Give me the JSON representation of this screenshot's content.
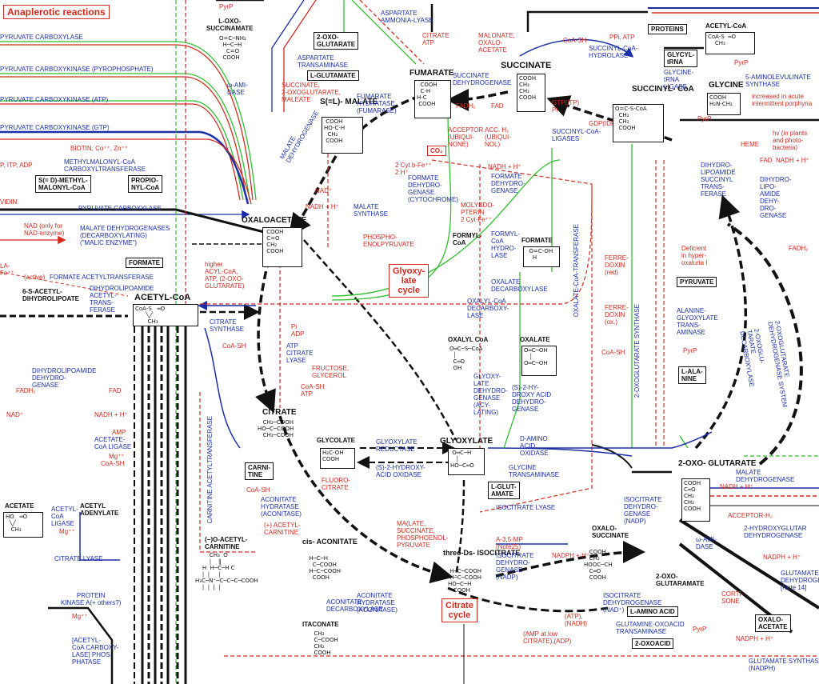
{
  "colors": {
    "black": "#111111",
    "blue": "#1a2fa8",
    "red": "#d42a1e",
    "green": "#2fbf2f"
  },
  "headers": {
    "anaplerotic": "Anaplerotic reactions",
    "glyoxylate": "Glyoxy-\nlate\ncycle",
    "citrate": "Citrate\ncycle"
  },
  "compounds": {
    "acetyl_coa": "ACETYL-CoA",
    "citrate": "CITRATE",
    "oxaloacetate": "OXALOACETATE",
    "succinate": "SUCCINATE",
    "succinyl_coa": "SUCCINYL-\nCoA",
    "fumarate": "FUMARATE",
    "malate": "S(=L)-\nMALATE",
    "glyoxylate": "GLYOXYLATE",
    "oxoglutarate": "2-OXO-\nGLUTARATE",
    "isocitrate": "threo-Ds-\nISOCITRATE",
    "cis_aconitate": "cis-\nACONITATE",
    "oxalosuccinate": "OXALO-\nSUCCINATE",
    "glycine": "GLYCINE",
    "glycolate": "GLYCOLATE",
    "oxalyl_coa": "OXALYL CoA",
    "oxalate": "OXALATE",
    "formyl_coa": "FORMYL-\nCoA",
    "formate": "FORMATE",
    "acetate": "ACETATE",
    "acetyl_adenylate": "ACETYL\nADENYLATE",
    "itaconate": "ITACONATE",
    "o_acetyl_carnitine": "(−)O-ACETYL-\nCARNITINE",
    "l_oxo_succinamate": "L-OXO-\nSUCCINAMATE",
    "dihydrolipoate": "6-S-ACETYL-\nDIHYDROLIPOATE",
    "oxoglutaramate": "2-OXO-\nGLUTARAMATE",
    "acetyl_coa_2": "ACETYL-CoA"
  },
  "boxes": {
    "formate_box": "FORMATE",
    "carnitine": "CARNI-\nTINE",
    "pyruvate": "PYRUVATE",
    "l_alanine": "L-ALA-\nNINE",
    "l_glutamate_top": "L-GLUTAMATE",
    "l_glutamate_mid": "L-GLUT-\nAMATE",
    "oxoglutarate_top": "2-OXO-\nGLUTARATE",
    "proteins": "PROTEINS",
    "glycyl_trna": "GLYCYL-\ntRNA",
    "s_methylmalonyl": "S(= D)-METHYL-\nMALONYL-CoA",
    "propionyl": "PROPIO-\nNYL-CoA",
    "co2": "CO₂",
    "l_amino": "L-AMINO ACID",
    "oxoacid": "2-OXOACID",
    "oxalo_acetate": "OXALO-\nACETATE"
  },
  "enzymes_blue": {
    "pc1": "PYRUVATE CARBOXYLASE",
    "pck_ppi": "PYRUVATE CARBOXYKINASE (PYROPHOSPHATE)",
    "pck_atp": "PYRUVATE CARBOXYKINASE (ATP)",
    "pck_gtp": "PYRUVATE CARBOXYKINASE (GTP)",
    "mmcoa": "METHYLMALONYL-CoA\nCARBOXYLTRANSFERASE",
    "pc2": "PYRUVATE CARBOXYLASE",
    "malic": "MALATE DEHYDROGENASES\n(DECARBOXYLATING)\n(\"MALIC ENZYME\")",
    "formate_acetyl": "FORMATE ACETYLTRANSFERASE",
    "dlta": "DIHYDROLIPOAMIDE\nACETYL-\nTRANS-\nFERASE",
    "dld": "DIHYDROLIPOAMIDE\nDEHYDRO-\nGENASE",
    "citrate_synthase": "CITRATE\nSYNTHASE",
    "citrate_lyase": "ATP\nCITRATE\nLYASE",
    "acs": "ACETATE-\nCoA LIGASE",
    "acetyl_coa_ligase": "ACETYL-\nCoA\nLIGASE",
    "citrate_lyase2": "CITRATE LYASE",
    "protein_kinase": "PROTEIN\nKINASE A(+ others?)",
    "pdh_phosphatase": "[ACETYL-\nCoA CARBOXY-\nLASE] PHOS-\nPHATASE",
    "carnitine_at": "CARNITINE ACETYLTRANSFERASE",
    "aconitase1": "ACONITATE\nHYDRATASE\n(ACONITASE)",
    "aconitase2": "ACONITATE\nHYDRATASE\n(ACONITASE)",
    "aconitate_decarb": "ACONITATE\nDECARBOXYLASE",
    "glyox_reductase": "GLYOXYLATE\nREDUCTASE",
    "hydroxyacid_oxidase": "(S)-2-HYDROXY-\nACID OXIDASE",
    "isocitrate_lyase": "ISOCITRATE LYASE",
    "idh_nadp": "ISOCITRATE\nDEHYDRO-\nGENASE\n(NADP)",
    "idh_nad": "ISOCITRATE\nDEHYDROGENASE\n(NAD⁺)",
    "idh_nadp2": "ISOCITRATE\nDEHYDRO-\nGENASE\n(NADP)",
    "glycine_transaminase": "GLYCINE\nTRANSAMINASE",
    "daao": "D-AMINO\nACID\nOXIDASE",
    "oxalate_decarb": "OXALATE\nDECARBOXYLASE",
    "oxalyl_decarb": "OXALYL-CoA\nDECARBOXY-\nLASE",
    "glyoxylate_dh": "GLYOXY-\nLATE\nDEHYDRO-\nGENASE\n(ACY-\nLATING)",
    "hydroxyacid_dh": "(S)-2-HY-\nDROXY ACID\nDEHYDRO-\nGENASE",
    "formyl_hydrolase": "FORMYL-\nCoA\nHYDRO-\nLASE",
    "formate_dh": "FORMATE\nDEHYDRO-\nGENASE",
    "formate_dh_cyt": "FORMATE\nDEHYDRO-\nGENASE\n(CYTOCHROME)",
    "malate_synthase": "MALATE\nSYNTHASE",
    "mdh": "MALATE\nDEHYDROGENASE",
    "fumarase": "FUMARATE\nHYDRATASE\n(FUMARASE)",
    "sdh": "SUCCINATE\nDEHYDROGENASE",
    "succ_coa_hydrolase": "SUCCINYL-CoA-\nHYDROLASE",
    "succ_coa_ligases": "SUCCINYL-CoA-\nLIGASES",
    "glycine_trna_ligase": "GLYCINE-\ntRNA\nLIGASE",
    "ala_glyox": "ALANINE-\nGLYOXYLATE\nTRANS-\nAMINASE",
    "dlst": "DIHYDRO-\nLIPOAMIDE\nSUCCINYL\nTRANS-\nFERASE",
    "dld2": "DIHYDRO-\nLIPO-\nAMIDE\nDEHY-\nDRO-\nGENASE",
    "ogdh": "2-OXOGLUTARATE\nDEHYDROGENASE SYSTEM",
    "ogdh2": "2-OXOGLU-\nTARATE\nDECARBOXYLASE",
    "ala": "5-AMINOLEVULINATE\nSYNTHASE",
    "oxalate_coa_transferase": "OXALATE-CoA-TRANSFERASE",
    "oxoglutarate_synthase": "2-OXOGLUTARATE SYNTHASE",
    "malate_dh2": "MALATE\nDEHYDROGENASE",
    "hydroxyglutarate_dh": "2-HYDROXYGLUTAR\nDEHYDROGENASE",
    "glutamine_transaminase": "GLUTAMINE-OXOACID\nTRANSAMINASE",
    "glutamate_synthase": "GLUTAMATE SYNTHASE\n(NADPH)",
    "aspartate_transaminase": "ASPARTATE\nTRANSAMINASE",
    "aspartate_ammonia_lyase": "ASPARTATE\nAMMONIA-LYASE",
    "w_amidase": "ω-AMI-\nDASE",
    "w_amidase2": "ω-AMI-\nDASE",
    "glutamate_dh_note": "GLUTAMATE\nDEHYDROGE\n[Note 14]"
  },
  "cofactors_red": {
    "biotin": "BIOTIN, Co⁺⁺, Zn⁺⁺",
    "itp_adp": "P, ITP, ADP",
    "avidin": "VIDIN",
    "nad_malic": "NAD (only for\nNAD-enzyme)",
    "fe": "LA-\nFe⁺⁺",
    "active": "(active)",
    "acyl_coa": "higher\nACYL-CoA,\nATP, (2-OXO-\nGLUTARATE)",
    "coash1": "CoA-SH",
    "fructose": "FRUCTOSE,\nGLYCEROL",
    "atp_list": "Pi\nADP",
    "coash_atp": "CoA-SH\nATP",
    "mg": "Mg⁺⁺",
    "amp": "AMP",
    "coash2": "CoA-SH",
    "fluoro": "FLUORO-\nCITRATE",
    "acetyl_carn": "(+) ACETYL-\nCARNITINE",
    "malate_etc": "MA(LATE,\nSUCCINATE,\nPHOSPHOENOL-\nPYRUVATE",
    "a35mp": "A-3,5-MP\n(Note25)",
    "amp_low": "(AMP at low\nCITRATE),(ADP)",
    "atp_nadh": "(ATP),\n(NADH)",
    "cortisone": "CORTI-\nSONE",
    "malonate": "MALONATE,\nOXALO-\nACETATE",
    "succinate_inh": "SUCCINATE,\n2-OXOGLUTARATE,\nMALEATE",
    "citrate_atp": "CITRATE\nATP",
    "acceptor": "ACCEPTOR\n(UBIQUI-\nNONE)",
    "acc_h2": "ACC. H₂\n(UBIQUI-\nNOL)",
    "cytb": "2 Cyt b-Fe⁺⁺\n2 H⁺",
    "molybdo": "MOLYBDO-\nPTERIN\n2 Cyt-Fe⁺⁺",
    "phospho": "PHOSPHO-\nENOLPYRUVATE",
    "ferredoxin_red": "FERRE-\nDOXIN\n(red)",
    "ferredoxin_ox": "FERRE-\nDOXIN\n(ox.)",
    "deficient": "Deficient\nin hyper-\noxaluria I",
    "heme": "HEME",
    "increased": "increased in acute\nintermittent porphyria",
    "hv": "hv (in plants\nand photo-\nbacteria)",
    "ppi_atp": "PPi, ATP",
    "pyrp": "PyrP",
    "nadh_h": "NADH + H⁺",
    "nad": "NAD⁺",
    "fadh2": "FADH₂",
    "fad": "FAD",
    "gtp": "GTP(ITP)\nPi",
    "gdp": "GDP(IDP)",
    "acceptor_h2": "ACCEPTOR-H₂",
    "nadph_h": "NADPH + H⁺"
  }
}
